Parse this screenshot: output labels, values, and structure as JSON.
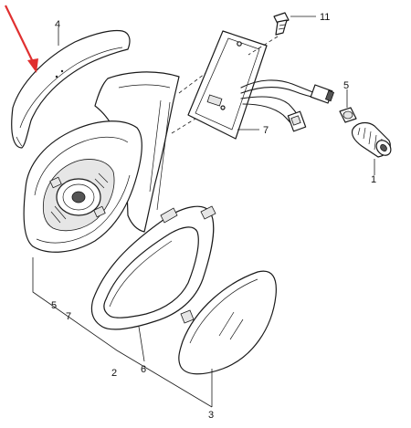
{
  "callouts": [
    {
      "id": "1",
      "label": "1"
    },
    {
      "id": "2",
      "label": "2"
    },
    {
      "id": "3",
      "label": "3"
    },
    {
      "id": "4",
      "label": "4"
    },
    {
      "id": "5a",
      "label": "5"
    },
    {
      "id": "5b",
      "label": "5"
    },
    {
      "id": "6",
      "label": "6"
    },
    {
      "id": "7a",
      "label": "7"
    },
    {
      "id": "7b",
      "label": "7"
    },
    {
      "id": "11",
      "label": "11"
    }
  ],
  "colors": {
    "highlight_arrow": "#e03030",
    "line": "#1a1a1a",
    "background": "#ffffff"
  }
}
